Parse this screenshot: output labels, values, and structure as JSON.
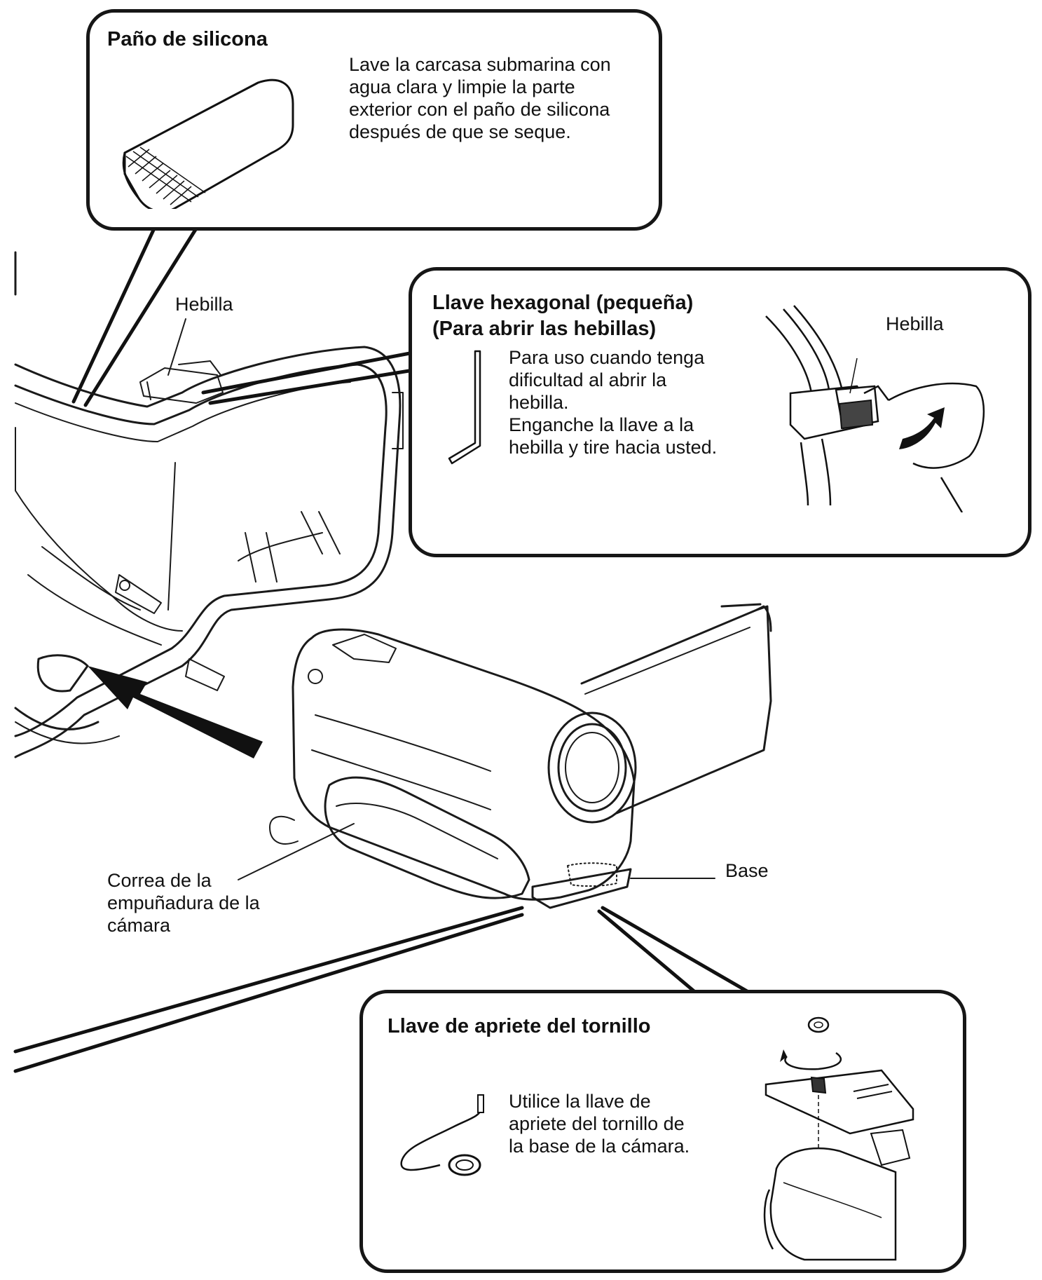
{
  "callouts": {
    "silicone_cloth": {
      "title": "Paño de silicona",
      "text": "Lave la carcasa submarina con\nagua clara y limpie la parte\nexterior con el paño de silicona\ndespués de que se seque."
    },
    "hex_key": {
      "title_line1": "Llave hexagonal (pequeña)",
      "title_line2": "(Para abrir las hebillas)",
      "text": "Para uso cuando tenga\ndificultad al abrir la\nhebilla.\nEnganche la llave a la\nhebilla y tire hacia usted.",
      "buckle_label": "Hebilla"
    },
    "screw_key": {
      "title": "Llave de apriete del tornillo",
      "text": "Utilice la llave de\napriete del tornillo de\nla base de la cámara."
    }
  },
  "labels": {
    "buckle": "Hebilla",
    "grip_strap": "Correa de la\nempuñadura de la\ncámara",
    "base": "Base"
  }
}
